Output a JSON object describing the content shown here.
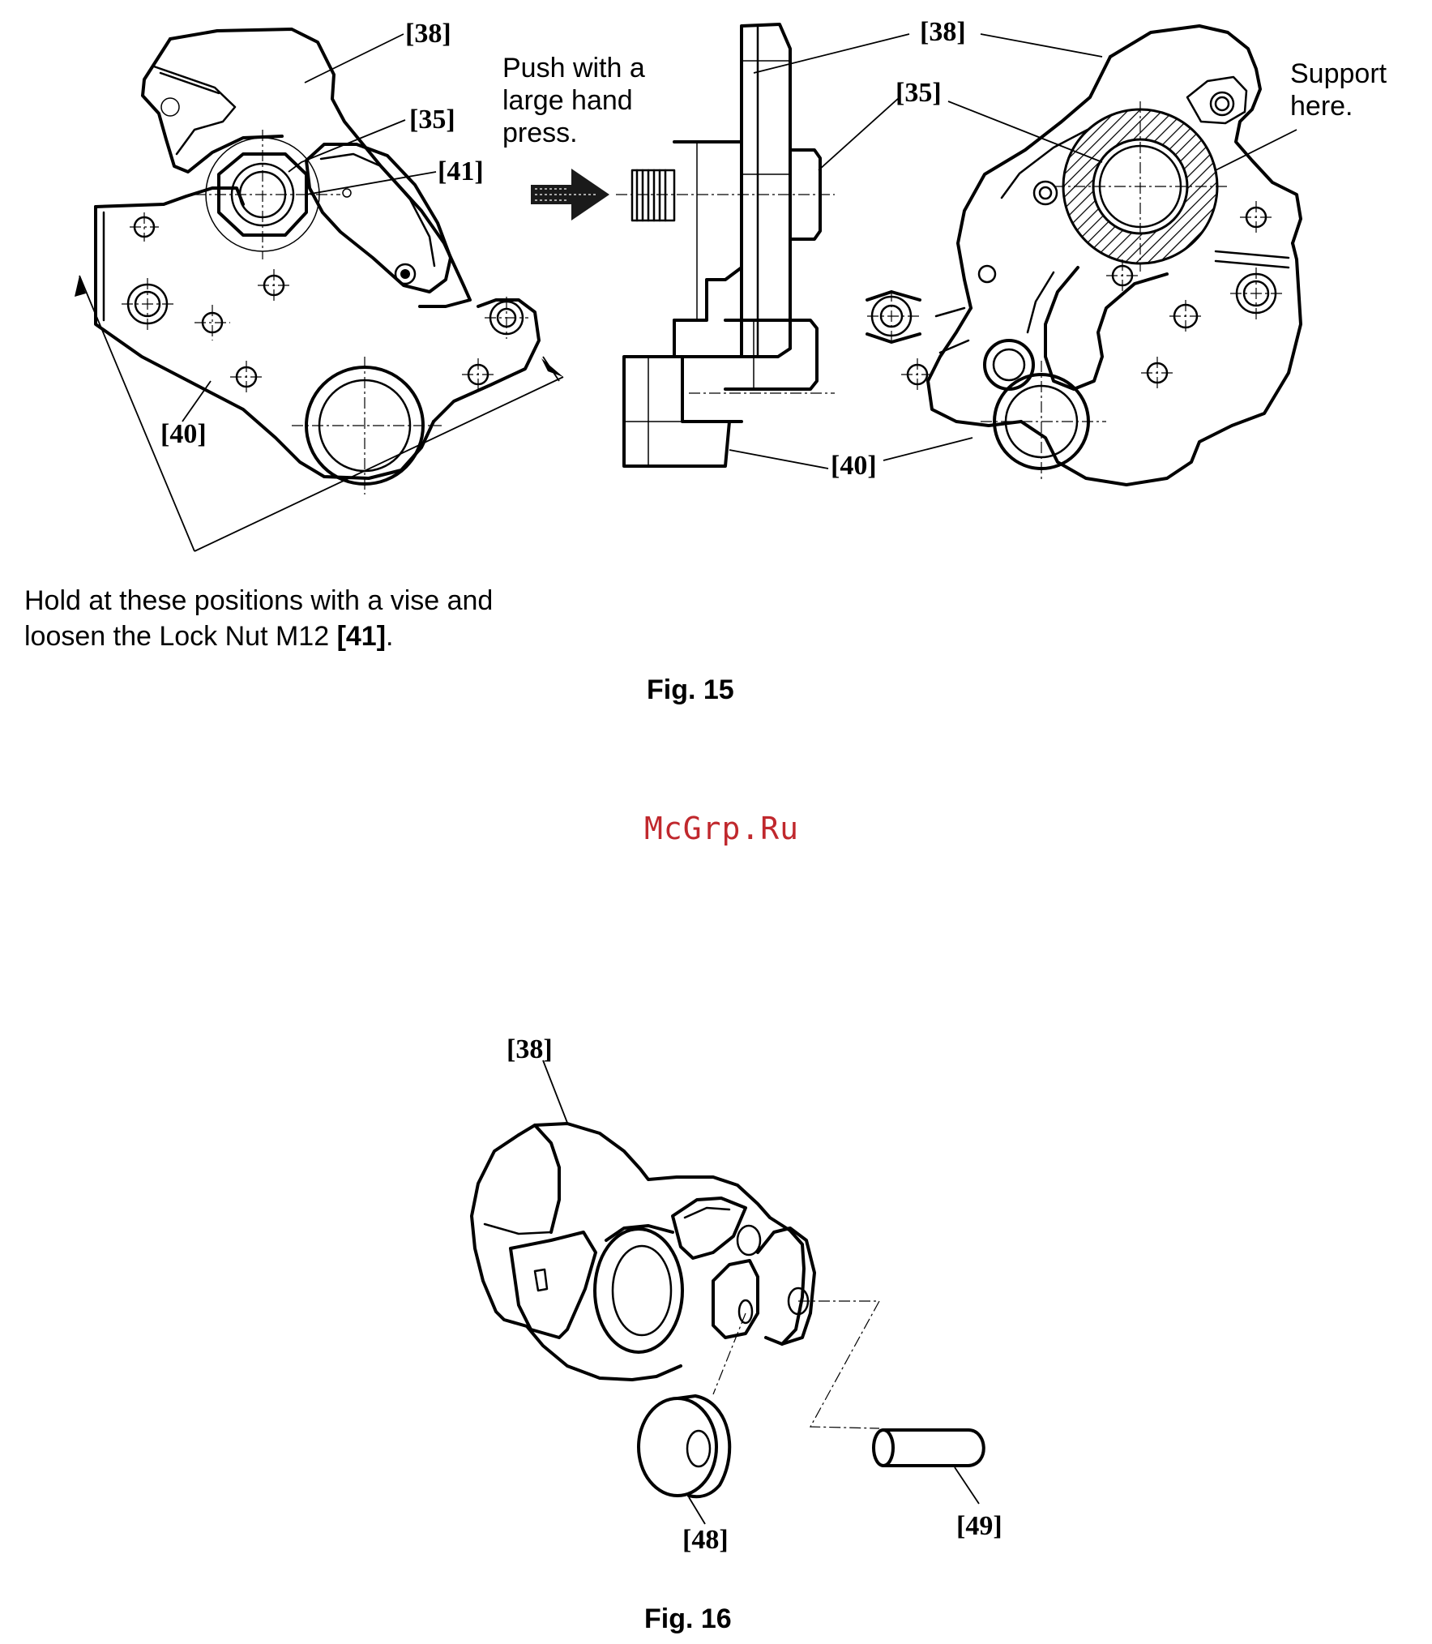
{
  "fig15": {
    "callouts_left": {
      "c38": "[38]",
      "c35": "[35]",
      "c41": "[41]",
      "c40": "[40]"
    },
    "callouts_mid": {
      "c38": "[38]",
      "c35": "[35]",
      "c40": "[40]"
    },
    "push_note": [
      "Push with a",
      "large hand",
      "press."
    ],
    "support_note": [
      "Support",
      "here."
    ],
    "hold_note": {
      "line1": "Hold at these positions with a vise and",
      "line2_prefix": "loosen the Lock Nut M12 ",
      "line2_ref": "[41]",
      "line2_suffix": "."
    },
    "caption": "Fig. 15"
  },
  "watermark": "McGrp.Ru",
  "fig16": {
    "callouts": {
      "c38": "[38]",
      "c48": "[48]",
      "c49": "[49]"
    },
    "caption": "Fig. 16"
  }
}
